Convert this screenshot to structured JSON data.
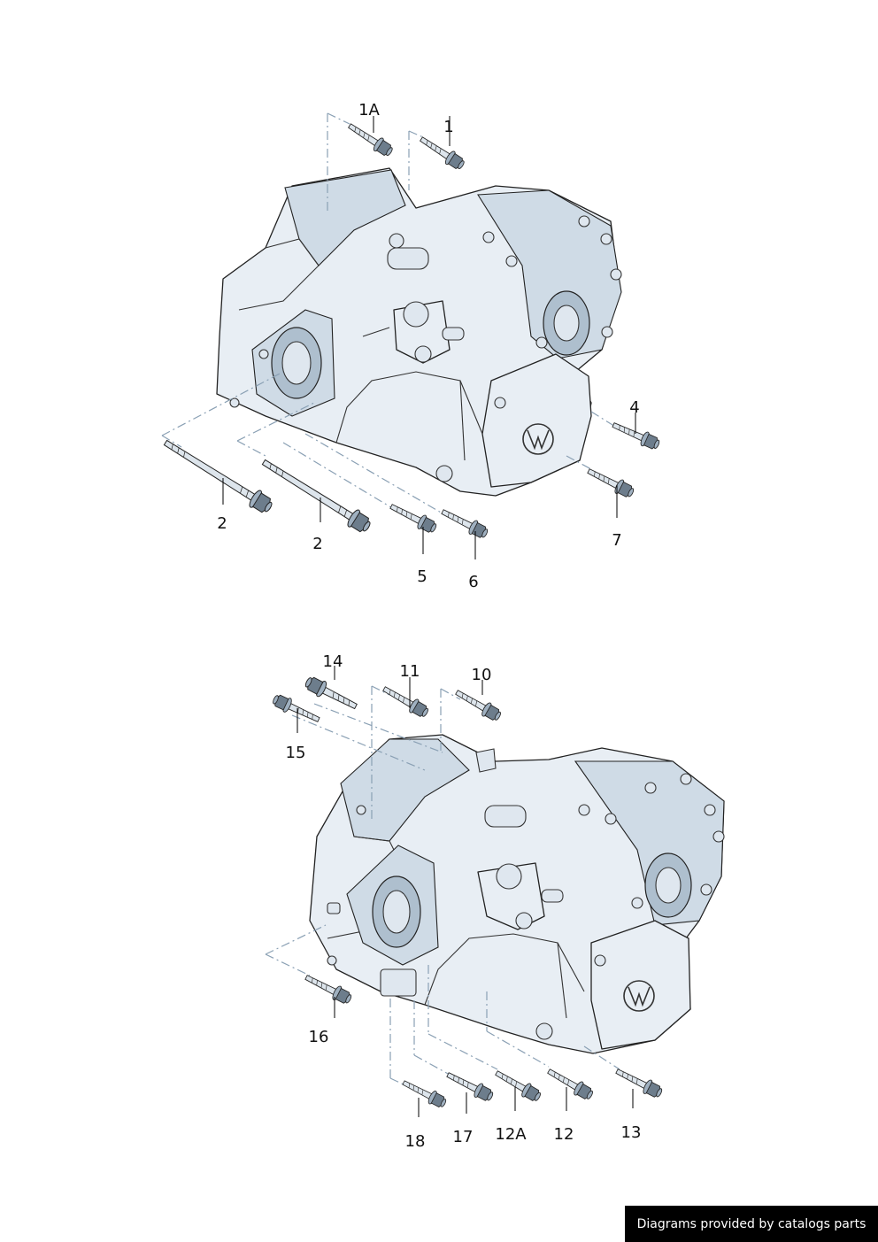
{
  "callouts": {
    "upper": {
      "c1A": "1A",
      "c1": "1",
      "c4": "4",
      "c2a": "2",
      "c2b": "2",
      "c5": "5",
      "c6": "6",
      "c7": "7"
    },
    "lower": {
      "c14": "14",
      "c11": "11",
      "c10": "10",
      "c15": "15",
      "c16": "16",
      "c18": "18",
      "c17": "17",
      "c12A": "12A",
      "c12": "12",
      "c13": "13"
    }
  },
  "footer": {
    "credit": "Diagrams provided by catalogs parts"
  }
}
